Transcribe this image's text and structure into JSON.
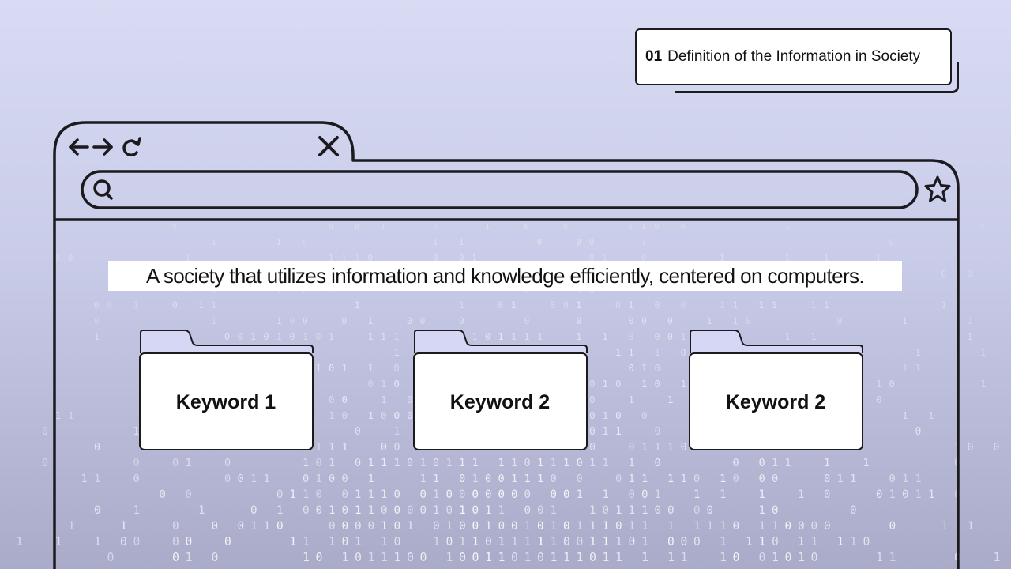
{
  "section": {
    "number": "01",
    "title": "Definition of the Information in Society"
  },
  "browser": {
    "nav_icons": [
      "arrow-left-icon",
      "arrow-right-icon",
      "refresh-icon",
      "close-icon"
    ],
    "search_icon": "search-icon",
    "bookmark_icon": "star-icon"
  },
  "main": {
    "headline": "A society that utilizes information and knowledge efficiently, centered on computers.",
    "folders": [
      {
        "label": "Keyword 1",
        "icon": "folder-icon"
      },
      {
        "label": "Keyword 2",
        "icon": "folder-icon"
      },
      {
        "label": "Keyword 2",
        "icon": "folder-icon"
      }
    ]
  },
  "colors": {
    "background_top": "#d8dbf3",
    "background_bottom": "#a9abc9",
    "outline": "#1b1b1f",
    "folder_tab": "#d6d6f5",
    "folder_body": "#ffffff"
  }
}
